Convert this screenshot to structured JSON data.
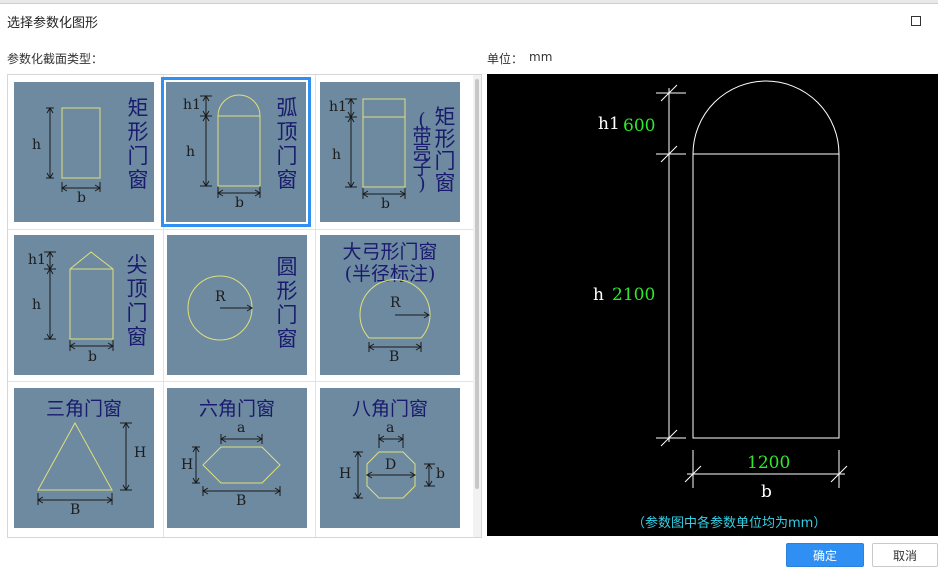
{
  "dialog": {
    "title": "选择参数化图形",
    "section_label": "参数化截面类型：",
    "unit_label": "单位：",
    "unit_value": "mm",
    "ok_label": "确定",
    "cancel_label": "取消"
  },
  "tiles": [
    {
      "name": "矩形门窗",
      "chars": [
        "矩",
        "形",
        "门",
        "窗"
      ],
      "dims": [
        "h",
        "b"
      ],
      "selected": false
    },
    {
      "name": "弧顶门窗",
      "chars": [
        "弧",
        "顶",
        "门",
        "窗"
      ],
      "dims": [
        "h1",
        "h",
        "b"
      ],
      "selected": true
    },
    {
      "name": "矩形门窗(带亮子)",
      "chars": [
        "矩",
        "形",
        "门",
        "窗"
      ],
      "bracket_chars": [
        "(",
        "带",
        "亮",
        "子",
        ")"
      ],
      "dims": [
        "h1",
        "h",
        "b"
      ],
      "selected": false
    },
    {
      "name": "尖顶门窗",
      "chars": [
        "尖",
        "顶",
        "门",
        "窗"
      ],
      "dims": [
        "h1",
        "h",
        "b"
      ],
      "selected": false
    },
    {
      "name": "圆形门窗",
      "chars": [
        "圆",
        "形",
        "门",
        "窗"
      ],
      "dims": [
        "R"
      ],
      "selected": false
    },
    {
      "name": "大弓形门窗",
      "line1": "大弓形门窗",
      "line2": "(半径标注)",
      "dims": [
        "R",
        "B"
      ],
      "selected": false
    },
    {
      "name": "三角门窗",
      "line1": "三角门窗",
      "dims": [
        "H",
        "B"
      ],
      "selected": false
    },
    {
      "name": "六角门窗",
      "line1": "六角门窗",
      "dims": [
        "a",
        "H",
        "B"
      ],
      "selected": false
    },
    {
      "name": "八角门窗",
      "line1": "八角门窗",
      "dims": [
        "a",
        "D",
        "H",
        "b"
      ],
      "selected": false
    }
  ],
  "preview": {
    "h1_label": "h1",
    "h1_value": "600",
    "h_label": "h",
    "h_value": "2100",
    "b_value": "1200",
    "b_label": "b",
    "note": "（参数图中各参数单位均为mm）",
    "colors": {
      "line": "#ffffff",
      "value": "#2ee82e",
      "note": "#35d0e6",
      "background": "#000000"
    }
  },
  "colors": {
    "tile_bg": "#6d8aa0",
    "tile_shape": "#dfe07a",
    "tile_text": "#1a1a6e",
    "accent": "#2f8ff2"
  }
}
